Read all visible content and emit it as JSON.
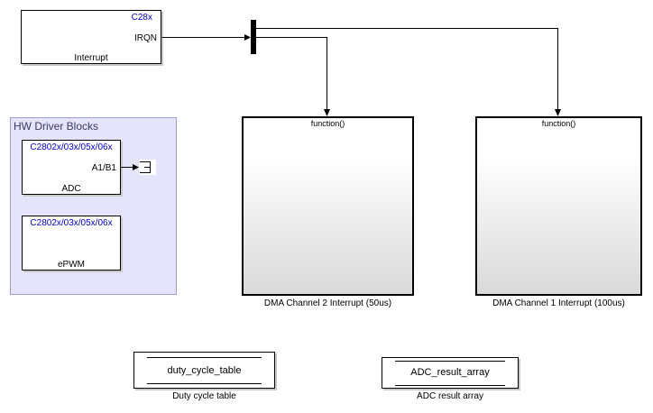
{
  "interrupt_block": {
    "tag": "C28x",
    "port": "IRQN",
    "label": "Interrupt"
  },
  "hw_area": {
    "title": "HW Driver Blocks",
    "fill": "#e4e4fa"
  },
  "adc_block": {
    "tag": "C2802x/03x/05x/06x",
    "port": "A1/B1",
    "label": "ADC"
  },
  "epwm_block": {
    "tag": "C2802x/03x/05x/06x",
    "label": "ePWM"
  },
  "dma2": {
    "trigger": "function()",
    "caption": "DMA Channel 2 Interrupt (50us)"
  },
  "dma1": {
    "trigger": "function()",
    "caption": "DMA Channel 1 Interrupt (100us)"
  },
  "duty_store": {
    "name": "duty_cycle_table",
    "caption": "Duty cycle table"
  },
  "adc_store": {
    "name": "ADC_result_array",
    "caption": "ADC result array"
  },
  "colors": {
    "tag_blue": "#0000c8",
    "wire": "#000000"
  }
}
